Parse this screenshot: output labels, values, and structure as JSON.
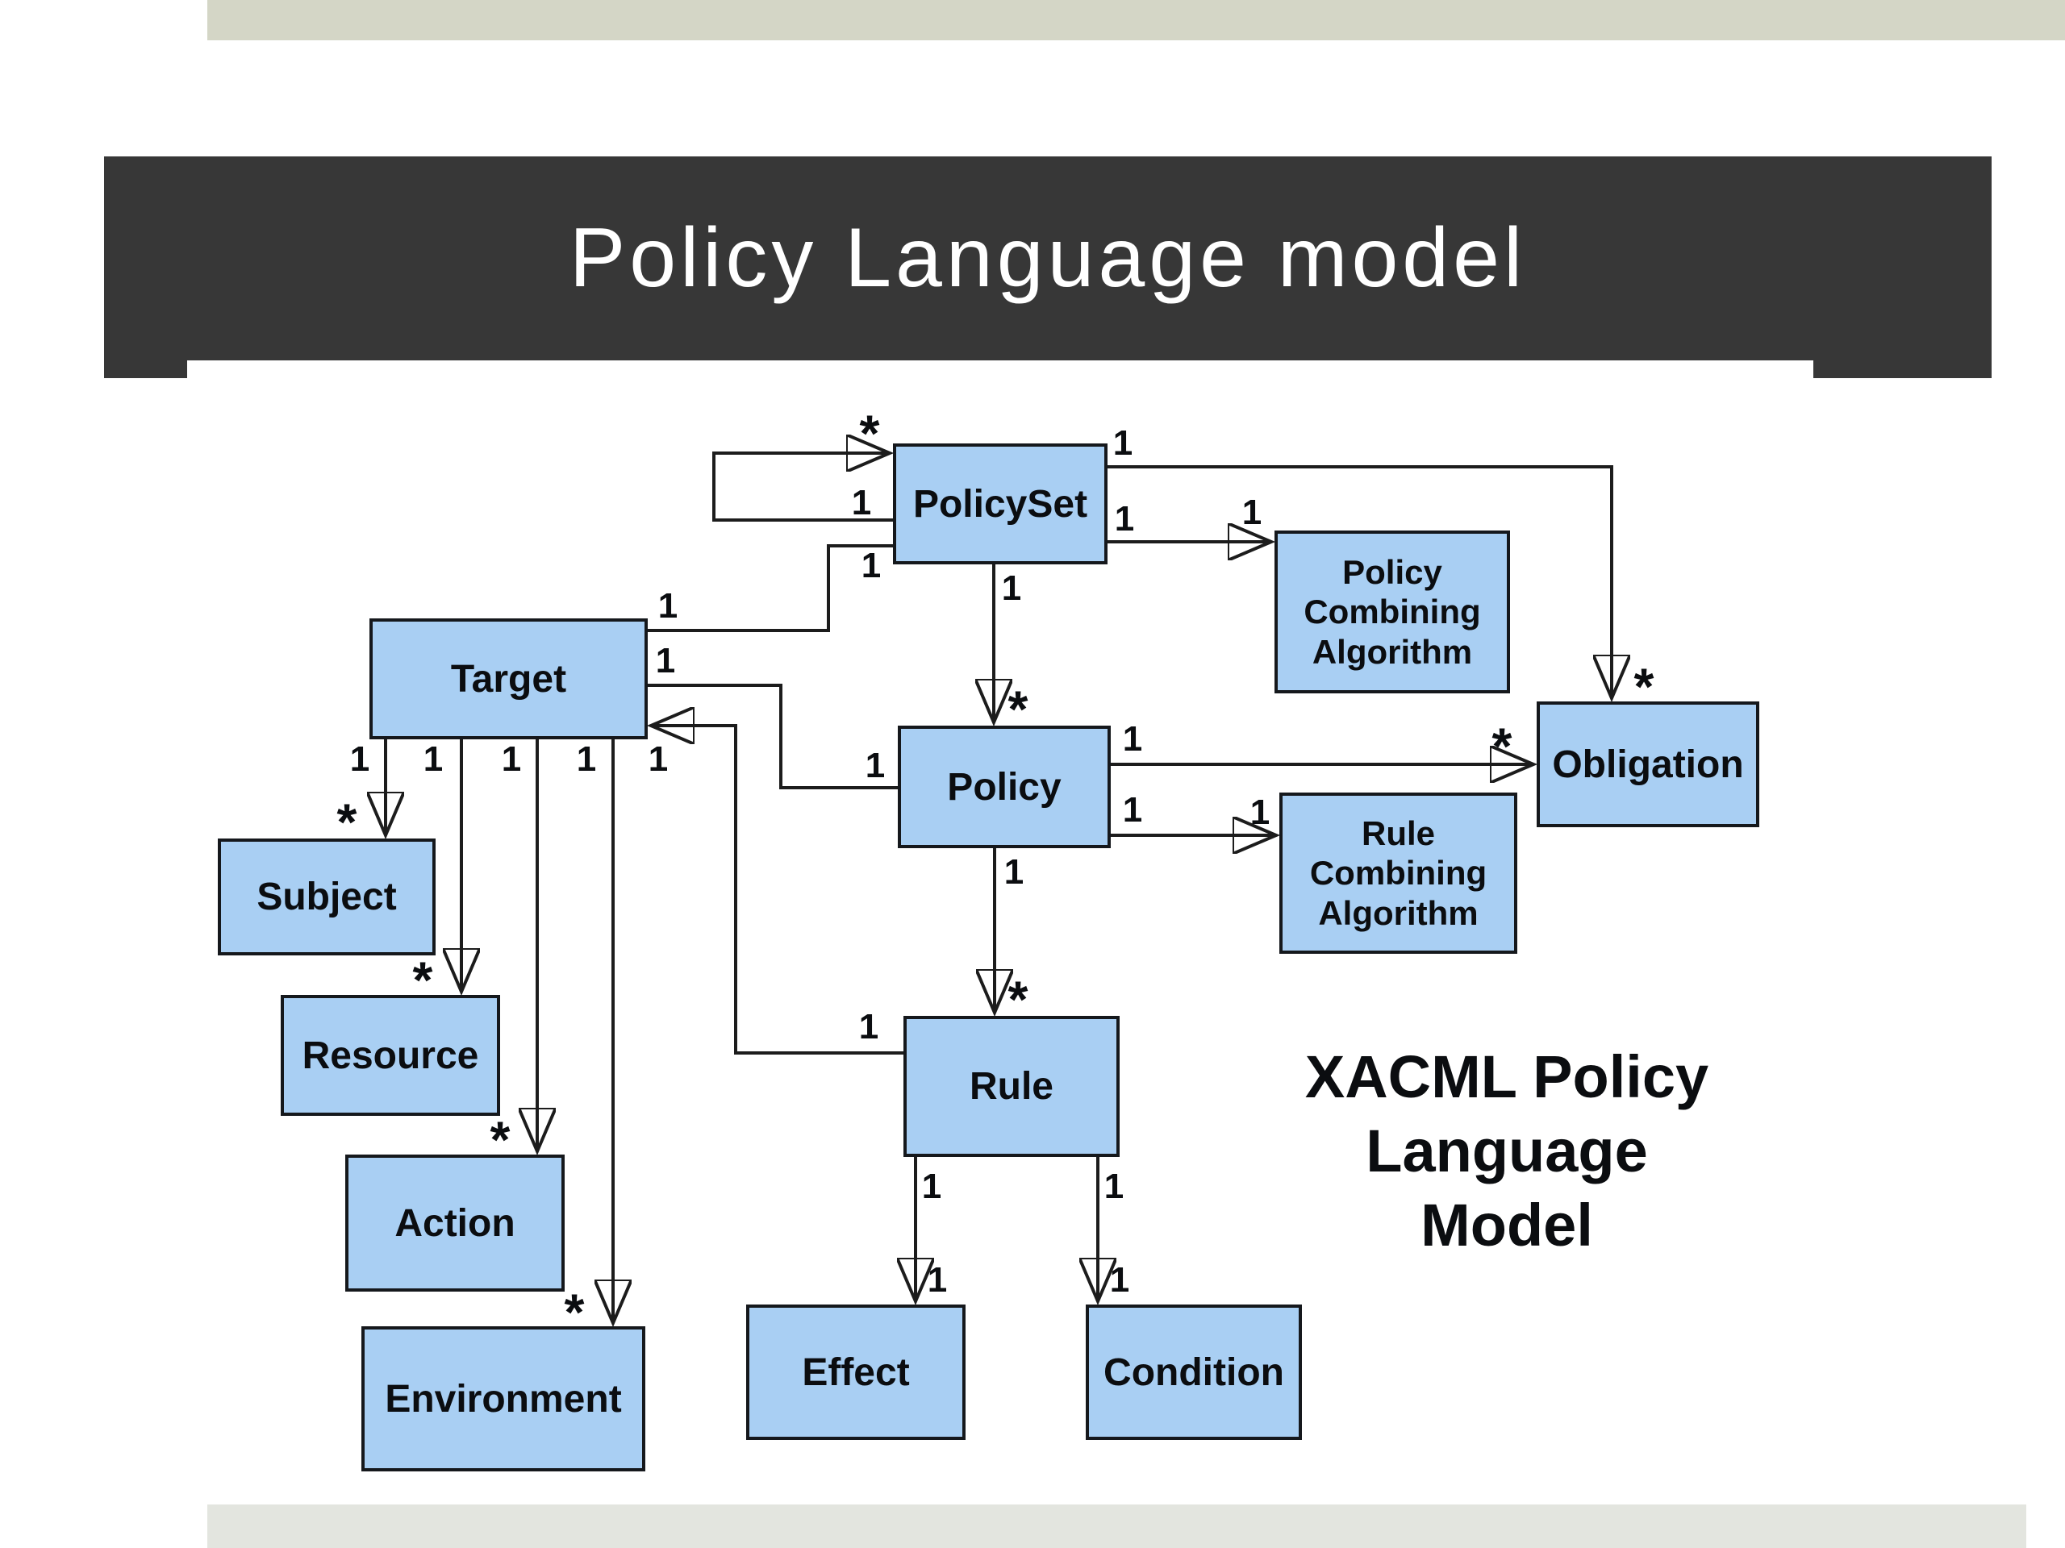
{
  "slide": {
    "title": "Policy Language model",
    "annotation": {
      "line1": "XACML Policy",
      "line2": "Language",
      "line3": "Model"
    }
  },
  "boxes": {
    "policyset": "PolicySet",
    "policy_combining_algorithm": "Policy Combining Algorithm",
    "target": "Target",
    "policy": "Policy",
    "obligation": "Obligation",
    "rule_combining_algorithm": "Rule Combining Algorithm",
    "subject": "Subject",
    "resource": "Resource",
    "action": "Action",
    "environment": "Environment",
    "rule": "Rule",
    "effect": "Effect",
    "condition": "Condition"
  },
  "cardinalities": {
    "ps_self_star": "*",
    "ps_self_one": "1",
    "ps_target_target_one": "1",
    "ps_target_ps_one": "1",
    "ps_policy_one": "1",
    "ps_policy_star": "*",
    "ps_pca_one_near": "1",
    "ps_pca_one_far": "1",
    "ps_obl_one": "1",
    "ps_obl_star": "*",
    "target_policy_target_one": "1",
    "target_policy_policy_one": "1",
    "rule_target_rule_one": "1",
    "rule_target_target_one": "1",
    "policy_rule_one": "1",
    "policy_rule_star": "*",
    "policy_obl_one": "1",
    "policy_obl_star": "*",
    "policy_rca_one_near": "1",
    "policy_rca_one_far": "1",
    "target_subject_one": "1",
    "target_subject_star": "*",
    "target_resource_one": "1",
    "target_resource_star": "*",
    "target_action_one": "1",
    "target_action_star": "*",
    "target_env_one": "1",
    "target_env_star": "*",
    "rule_effect_one": "1",
    "rule_effect_far_one": "1",
    "rule_cond_one": "1",
    "rule_cond_far_one": "1"
  },
  "colors": {
    "box_fill": "#a9cff3",
    "box_border": "#15181c",
    "banner": "#373737",
    "top_strip": "#d4d6c6",
    "bottom_strip": "#e3e5df",
    "line": "#1c1c1c",
    "title_text": "#ffffff",
    "label_text": "#0b0d10"
  }
}
